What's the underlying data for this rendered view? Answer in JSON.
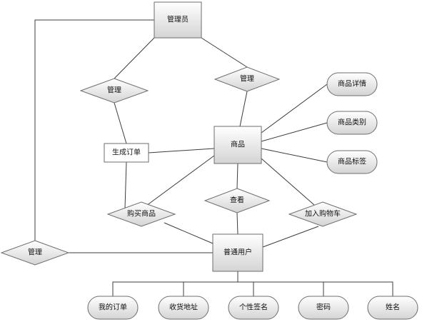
{
  "diagram": {
    "nodes": [
      {
        "id": "admin",
        "label": "管理员",
        "shape": "entity",
        "name": "admin-entity"
      },
      {
        "id": "product",
        "label": "商品",
        "shape": "entity",
        "name": "product-entity"
      },
      {
        "id": "user",
        "label": "普通用户",
        "shape": "entity",
        "name": "user-entity"
      },
      {
        "id": "order",
        "label": "生成订单",
        "shape": "box",
        "name": "generate-order-box"
      },
      {
        "id": "rel_manage_left",
        "label": "管理",
        "shape": "relation",
        "name": "manage-relation-left"
      },
      {
        "id": "rel_manage_right",
        "label": "管理",
        "shape": "relation",
        "name": "manage-relation-right"
      },
      {
        "id": "rel_manage_user",
        "label": "管理",
        "shape": "relation",
        "name": "manage-user-relation"
      },
      {
        "id": "rel_buy",
        "label": "购买商品",
        "shape": "relation",
        "name": "buy-product-relation"
      },
      {
        "id": "rel_view",
        "label": "查看",
        "shape": "relation",
        "name": "view-relation"
      },
      {
        "id": "rel_cart",
        "label": "加入购物车",
        "shape": "relation",
        "name": "add-to-cart-relation"
      },
      {
        "id": "attr_detail",
        "label": "商品详情",
        "shape": "attribute",
        "name": "product-detail-attribute"
      },
      {
        "id": "attr_category",
        "label": "商品类别",
        "shape": "attribute",
        "name": "product-category-attribute"
      },
      {
        "id": "attr_tag",
        "label": "商品标签",
        "shape": "attribute",
        "name": "product-tag-attribute"
      },
      {
        "id": "attr_orders",
        "label": "我的订单",
        "shape": "attribute",
        "name": "my-orders-attribute"
      },
      {
        "id": "attr_address",
        "label": "收货地址",
        "shape": "attribute",
        "name": "shipping-address-attribute"
      },
      {
        "id": "attr_signature",
        "label": "个性签名",
        "shape": "attribute",
        "name": "signature-attribute"
      },
      {
        "id": "attr_password",
        "label": "密码",
        "shape": "attribute",
        "name": "password-attribute"
      },
      {
        "id": "attr_name",
        "label": "姓名",
        "shape": "attribute",
        "name": "name-attribute"
      }
    ],
    "edges": [
      [
        "admin",
        "rel_manage_left"
      ],
      [
        "admin",
        "rel_manage_right"
      ],
      [
        "rel_manage_left",
        "order"
      ],
      [
        "rel_manage_right",
        "product"
      ],
      [
        "order",
        "product"
      ],
      [
        "order",
        "rel_buy"
      ],
      [
        "product",
        "rel_buy"
      ],
      [
        "rel_buy",
        "user"
      ],
      [
        "product",
        "rel_view"
      ],
      [
        "rel_view",
        "user"
      ],
      [
        "product",
        "rel_cart"
      ],
      [
        "rel_cart",
        "user"
      ],
      [
        "product",
        "attr_detail"
      ],
      [
        "product",
        "attr_category"
      ],
      [
        "product",
        "attr_tag"
      ],
      [
        "admin",
        "rel_manage_user"
      ],
      [
        "rel_manage_user",
        "user"
      ],
      [
        "user",
        "attr_orders"
      ],
      [
        "user",
        "attr_address"
      ],
      [
        "user",
        "attr_signature"
      ],
      [
        "user",
        "attr_password"
      ],
      [
        "user",
        "attr_name"
      ]
    ],
    "colors": {
      "entity_fill_top": "#ffffff",
      "entity_fill_bottom": "#d4d4d4",
      "shape_stroke": "#6e6e6e",
      "edge_stroke": "#3c3c3c"
    }
  }
}
